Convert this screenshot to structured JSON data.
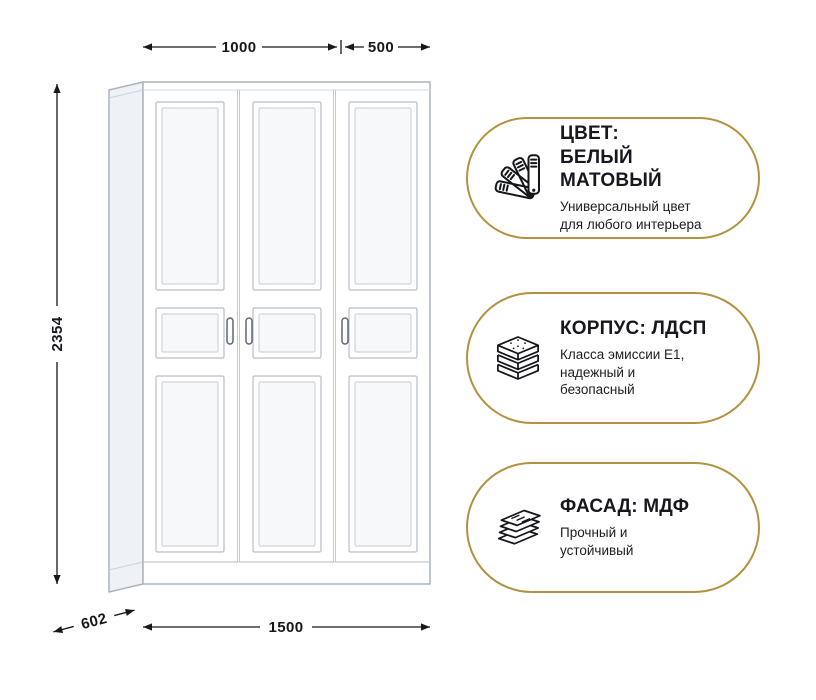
{
  "page": {
    "background": "#ffffff",
    "accent_gold": "#b2923f",
    "outline_color": "#b7bfc9",
    "text_color": "#16181d"
  },
  "diagram": {
    "subject": "three-door-wardrobe",
    "dimensions": {
      "top_width_left": "1000",
      "top_width_right": "500",
      "height": "2354",
      "depth": "602",
      "total_width": "1500"
    }
  },
  "badges": [
    {
      "icon": "color-swatch-fan-icon",
      "title": "ЦВЕТ:\nБЕЛЫЙ МАТОВЫЙ",
      "subtitle": "Универсальный цвет\nдля любого интерьера"
    },
    {
      "icon": "chipboard-layers-icon",
      "title": "КОРПУС: ЛДСП",
      "subtitle": "Класса эмиссии Е1,\nнадежный и\nбезопасный"
    },
    {
      "icon": "mdf-sheets-icon",
      "title": "ФАСАД: МДФ",
      "subtitle": "Прочный и\nустойчивый"
    }
  ]
}
